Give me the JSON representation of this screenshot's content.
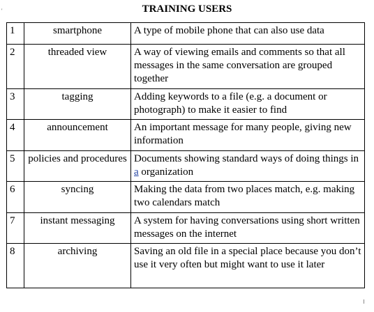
{
  "document": {
    "title": "TRAINING USERS",
    "margin_mark": "'"
  },
  "table": {
    "rows": [
      {
        "num": "1",
        "term": "smartphone",
        "definition": "A type of mobile phone that can also use data"
      },
      {
        "num": "2",
        "term": "threaded view",
        "definition": "A way of viewing emails and comments so that all messages in the same conversation are grouped together"
      },
      {
        "num": "3",
        "term": "tagging",
        "definition": "Adding keywords to a file (e.g. a document or photograph) to make it easier to find"
      },
      {
        "num": "4",
        "term": "announcement",
        "definition": "An important message for many people, giving new information"
      },
      {
        "num": "5",
        "term": "policies and procedures",
        "definition_before": "Documents showing standard ways of doing things in ",
        "definition_underlined": "a",
        "definition_after": " organization"
      },
      {
        "num": "6",
        "term": "syncing",
        "definition": "Making the data from two places match, e.g. making two calendars match"
      },
      {
        "num": "7",
        "term": "instant messaging",
        "definition": "A system for having conversations using short written messages on the internet"
      },
      {
        "num": "8",
        "term": "archiving",
        "definition": "Saving an old file in a special place because you don’t use it very often but might want to use it later"
      }
    ]
  }
}
